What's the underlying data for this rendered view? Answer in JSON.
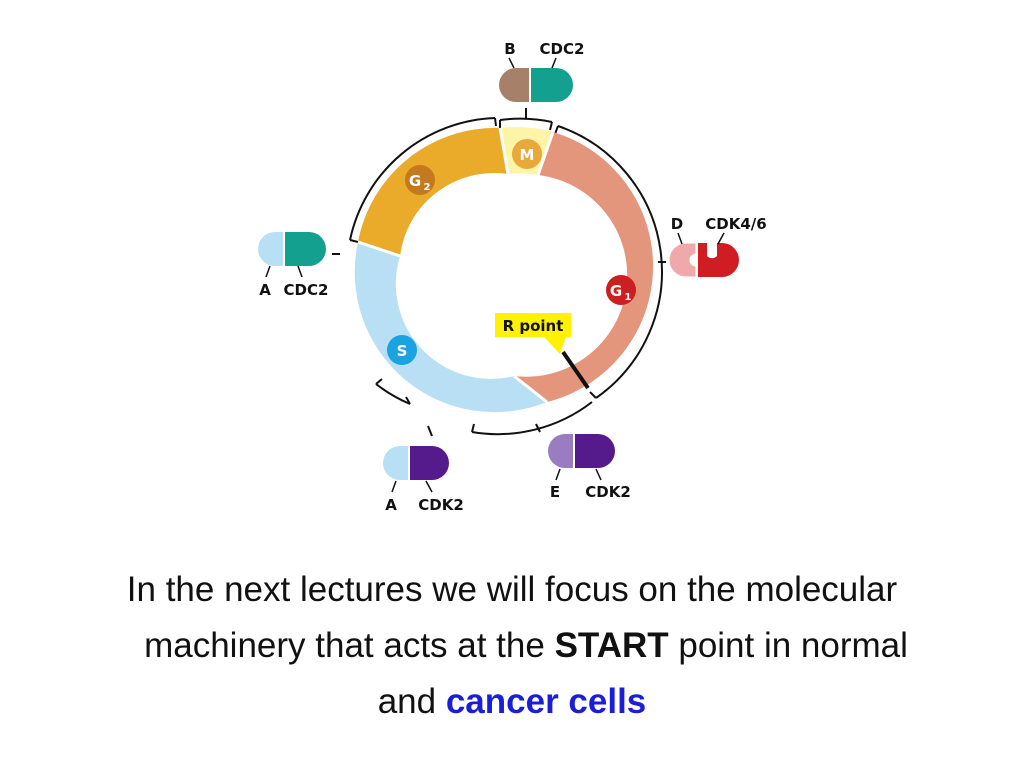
{
  "diagram": {
    "phases": [
      {
        "key": "M",
        "label": "M",
        "color": "#fdf4a8",
        "badge": "#e8a93a"
      },
      {
        "key": "G1",
        "label": "G",
        "sub": "1",
        "color": "#e4967c",
        "badge": "#cc1f1f"
      },
      {
        "key": "S",
        "label": "S",
        "color": "#b9dff5",
        "badge": "#1aa3e0"
      },
      {
        "key": "G2",
        "label": "G",
        "sub": "2",
        "color": "#eaaa2a",
        "badge": "#c47a1c"
      }
    ],
    "restriction_point": "R point",
    "complexes": [
      {
        "id": "b-cdc2",
        "cyclin": "B",
        "cdk": "CDC2",
        "cyclin_color": "#a68069",
        "cdk_color": "#13a08f"
      },
      {
        "id": "d-cdk46",
        "cyclin": "D",
        "cdk": "CDK4/6",
        "cyclin_color": "#f0a9ab",
        "cdk_color": "#d01d23"
      },
      {
        "id": "a-cdc2",
        "cyclin": "A",
        "cdk": "CDC2",
        "cyclin_color": "#b8e0f5",
        "cdk_color": "#13a08f"
      },
      {
        "id": "a-cdk2",
        "cyclin": "A",
        "cdk": "CDK2",
        "cyclin_color": "#b8e0f5",
        "cdk_color": "#551a8b"
      },
      {
        "id": "e-cdk2",
        "cyclin": "E",
        "cdk": "CDK2",
        "cyclin_color": "#9a7cc0",
        "cdk_color": "#551a8b"
      }
    ]
  },
  "caption": {
    "line1": "In the next lectures we will focus on the molecular",
    "line2_pre": "machinery that acts at the ",
    "line2_bold": "START",
    "line2_post": " point in normal",
    "line3_pre": "and ",
    "line3_blue": "cancer cells"
  }
}
